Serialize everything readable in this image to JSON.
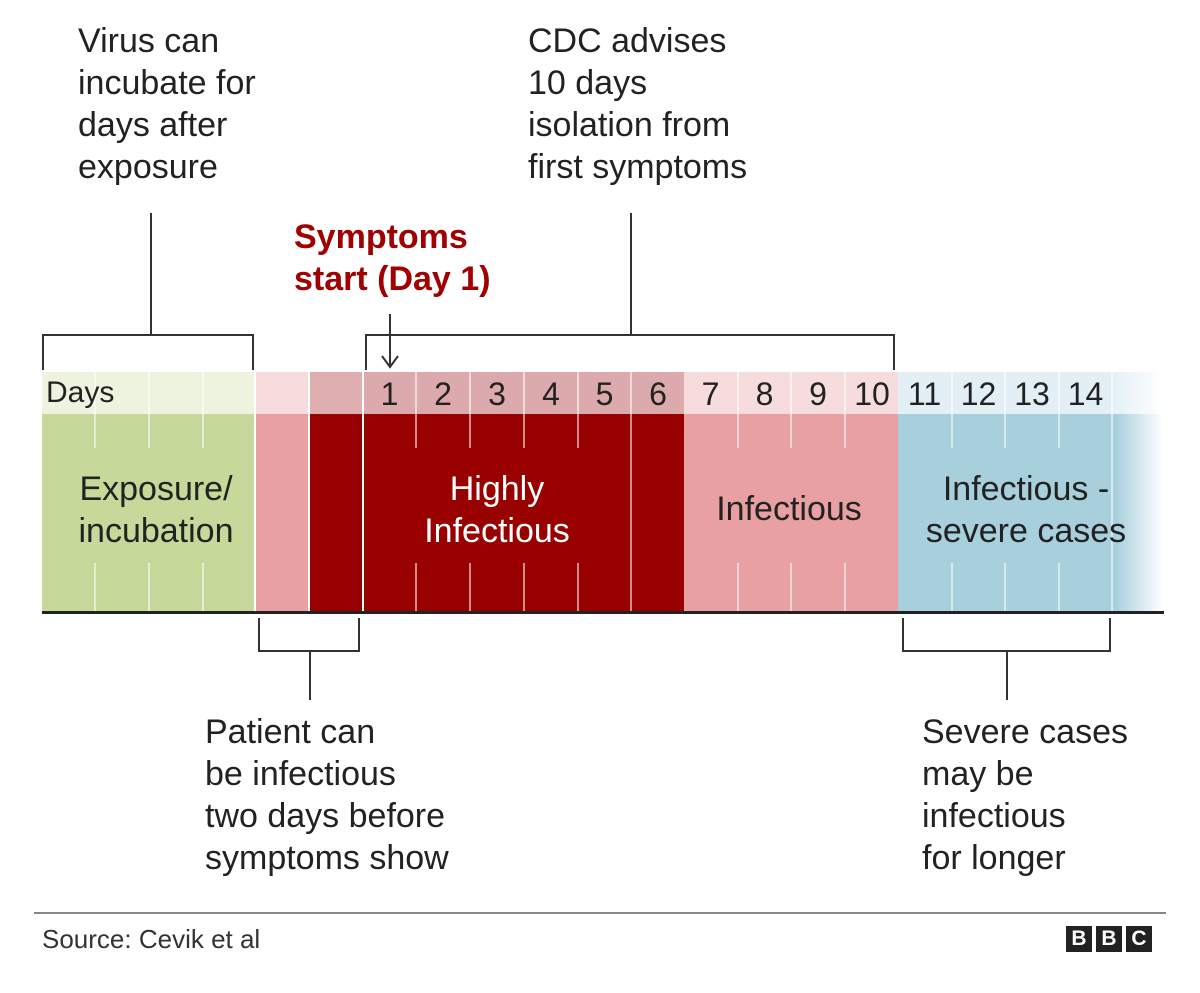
{
  "annotations": {
    "incubation": "Virus can\nincubate for\ndays after\nexposure",
    "cdc": "CDC advises\n10 days\nisolation from\nfirst symptoms",
    "symptoms_start": "Symptoms\nstart (Day 1)",
    "pre_symptom": "Patient can\nbe infectious\ntwo days before\nsymptoms show",
    "severe": "Severe cases\nmay be\ninfectious\nfor longer"
  },
  "days_label": "Days",
  "days": [
    "1",
    "2",
    "3",
    "4",
    "5",
    "6",
    "7",
    "8",
    "9",
    "10",
    "11",
    "12",
    "13",
    "14"
  ],
  "segments": {
    "exposure": "Exposure/\nincubation",
    "highly": "Highly\nInfectious",
    "infectious": "Infectious",
    "severe": "Infectious -\nsevere cases"
  },
  "colors": {
    "exposure": "#c6d99a",
    "pre_light": "#e8a0a2",
    "highly": "#990000",
    "infectious": "#e8a0a2",
    "severe": "#a8cfdc",
    "symptoms_text": "#a00000"
  },
  "footer": {
    "source": "Source: Cevik et al",
    "logo_letters": [
      "B",
      "B",
      "C"
    ]
  }
}
